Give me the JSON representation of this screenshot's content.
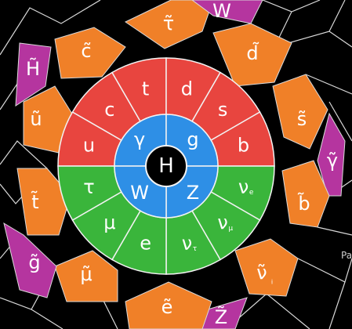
{
  "colors": {
    "background": "#000000",
    "grid_line": "#d9d9d9",
    "quark": "#e8453f",
    "boson": "#2e8fe6",
    "lepton": "#3ab53b",
    "higgs": "#000000",
    "squark_slepton": "#f08028",
    "gaugino_higgsino": "#b5359f"
  },
  "center": {
    "label": "H"
  },
  "bosons": [
    "γ",
    "g",
    "Z",
    "W"
  ],
  "quarks": [
    "u",
    "c",
    "t",
    "d",
    "s",
    "b"
  ],
  "leptons": [
    {
      "base": "ν",
      "sub": "e"
    },
    {
      "base": "ν",
      "sub": "μ"
    },
    {
      "base": "ν",
      "sub": "τ"
    },
    {
      "base": "e",
      "sub": ""
    },
    {
      "base": "μ",
      "sub": ""
    },
    {
      "base": "τ",
      "sub": ""
    }
  ],
  "superpartners": [
    {
      "label": "τ̃",
      "kind": "squark_slepton"
    },
    {
      "label": "W",
      "kind": "gaugino_higgsino"
    },
    {
      "label": "d̃",
      "kind": "squark_slepton"
    },
    {
      "label": "s̃",
      "kind": "squark_slepton"
    },
    {
      "label": "γ̃",
      "kind": "gaugino_higgsino"
    },
    {
      "label": "b̃",
      "kind": "squark_slepton"
    },
    {
      "label": "ν̃",
      "sub": "i",
      "kind": "squark_slepton"
    },
    {
      "label": "Z̃",
      "kind": "gaugino_higgsino"
    },
    {
      "label": "ẽ",
      "kind": "squark_slepton"
    },
    {
      "label": "μ̃",
      "kind": "squark_slepton"
    },
    {
      "label": "g̃",
      "kind": "gaugino_higgsino"
    },
    {
      "label": "t̃",
      "kind": "squark_slepton"
    },
    {
      "label": "ũ",
      "kind": "squark_slepton"
    },
    {
      "label": "H̃",
      "kind": "gaugino_higgsino"
    },
    {
      "label": "c̃",
      "kind": "squark_slepton"
    }
  ],
  "side_text": "Pa"
}
